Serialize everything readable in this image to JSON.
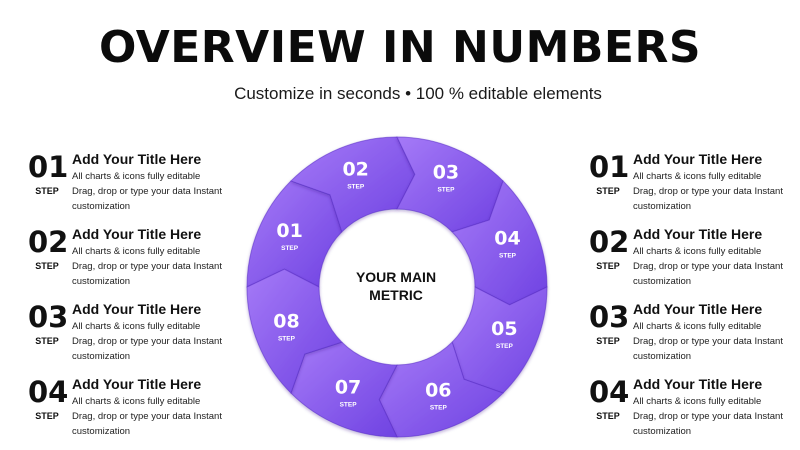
{
  "header": {
    "title": "OVERVIEW IN NUMBERS",
    "subtitle": "Customize in seconds • 100 % editable elements"
  },
  "center_label": {
    "line1": "YOUR MAIN",
    "line2": "METRIC"
  },
  "wheel_steps": [
    {
      "number": "01",
      "word": "STEP"
    },
    {
      "number": "02",
      "word": "STEP"
    },
    {
      "number": "03",
      "word": "STEP"
    },
    {
      "number": "04",
      "word": "STEP"
    },
    {
      "number": "05",
      "word": "STEP"
    },
    {
      "number": "06",
      "word": "STEP"
    },
    {
      "number": "07",
      "word": "STEP"
    },
    {
      "number": "08",
      "word": "STEP"
    }
  ],
  "left_steps": [
    {
      "number": "01",
      "word": "STEP",
      "title": "Add Your Title Here",
      "desc1": "All charts & icons fully editable",
      "desc2": "Drag, drop or type your data Instant",
      "desc3": "customization"
    },
    {
      "number": "02",
      "word": "STEP",
      "title": "Add Your Title Here",
      "desc1": "All charts & icons fully editable",
      "desc2": "Drag, drop or type your data Instant",
      "desc3": "customization"
    },
    {
      "number": "03",
      "word": "STEP",
      "title": "Add Your Title Here",
      "desc1": "All charts & icons fully editable",
      "desc2": "Drag, drop or type your data Instant",
      "desc3": "customization"
    },
    {
      "number": "04",
      "word": "STEP",
      "title": "Add Your Title Here",
      "desc1": "All charts & icons fully editable",
      "desc2": "Drag, drop or type your data Instant",
      "desc3": "customization"
    }
  ],
  "right_steps": [
    {
      "number": "01",
      "word": "STEP",
      "title": "Add Your Title Here",
      "desc1": "All charts & icons fully editable",
      "desc2": "Drag, drop or type your data Instant",
      "desc3": "customization"
    },
    {
      "number": "02",
      "word": "STEP",
      "title": "Add Your Title Here",
      "desc1": "All charts & icons fully editable",
      "desc2": "Drag, drop or type your data Instant",
      "desc3": "customization"
    },
    {
      "number": "03",
      "word": "STEP",
      "title": "Add Your Title Here",
      "desc1": "All charts & icons fully editable",
      "desc2": "Drag, drop or type your data Instant",
      "desc3": "customization"
    },
    {
      "number": "04",
      "word": "STEP",
      "title": "Add Your Title Here",
      "desc1": "All charts & icons fully editable",
      "desc2": "Drag, drop or type your data Instant",
      "desc3": "customization"
    }
  ],
  "colors": {
    "segment_light": "#9b6cf5",
    "segment_dark": "#6d3fe0",
    "segment_edge": "#5a2fc7",
    "text_white": "#ffffff",
    "text_dark": "#111111"
  }
}
